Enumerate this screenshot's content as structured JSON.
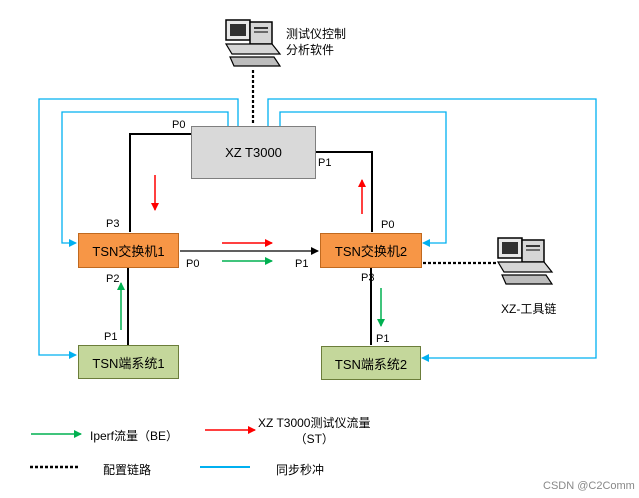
{
  "nodes": {
    "xz_t3000": "XZ T3000",
    "switch1": "TSN交换机1",
    "switch2": "TSN交换机2",
    "end1": "TSN端系统1",
    "end2": "TSN端系统2"
  },
  "computers": {
    "control_line1": "测试仪控制",
    "control_line2": "分析软件",
    "xz_tool": "XZ-工具链"
  },
  "ports": {
    "t3000_p0": "P0",
    "t3000_p1": "P1",
    "sw1_p3": "P3",
    "sw1_p2": "P2",
    "sw1_p0": "P0",
    "sw2_p0": "P0",
    "sw2_p1": "P1",
    "sw2_p3": "P3",
    "end1_p1": "P1",
    "end2_p1": "P1"
  },
  "legend": {
    "iperf": "Iperf流量（BE）",
    "xz_line1": "XZ T3000测试仪流量",
    "xz_line2": "（ST）",
    "config": "配置链路",
    "sync": "同步秒冲"
  },
  "colors": {
    "green_flow": "#00b050",
    "red_flow": "#ff0000",
    "sync_line": "#00b0f0",
    "config_line": "#000000"
  },
  "watermark": "CSDN @C2Comm"
}
